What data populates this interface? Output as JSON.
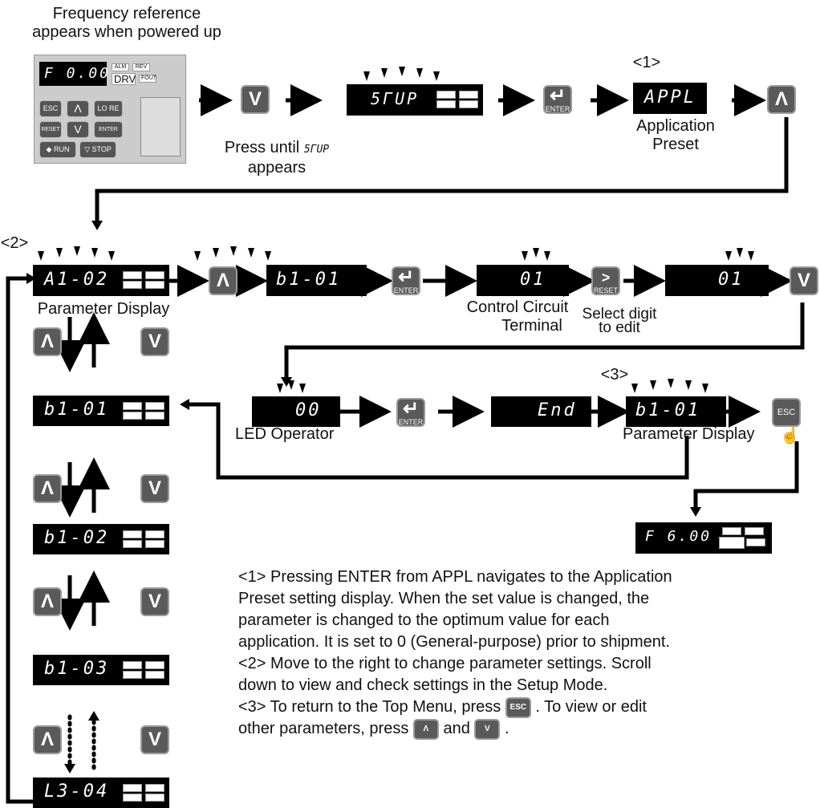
{
  "top_caption": {
    "line1": "Frequency reference",
    "line2": "appears when powered up"
  },
  "panel": {
    "display_text": "F   0.00",
    "tag_alm": "ALM",
    "tag_rev": "REV",
    "tag_drv": "DRV",
    "tag_fout": "FOUT",
    "key_esc": "ESC",
    "key_lore": "LO RE",
    "key_reset": "RESET",
    "key_enter": "ENTER",
    "key_run": "RUN",
    "key_stop": "STOP"
  },
  "row1": {
    "press_until_1": "Press until",
    "press_until_glyph": "5ΓUP",
    "press_until_2": "appears",
    "disp_stup": "5ΓUP",
    "marker_1": "<1>",
    "disp_appl": "APPL",
    "appl_label_1": "Application",
    "appl_label_2": "Preset"
  },
  "row2": {
    "marker_2": "<2>",
    "disp_a102": "A1-02",
    "param_display": "Parameter Display",
    "disp_b101": "b1-01",
    "disp_01a": "01",
    "ctrl_circuit_1": "Control Circuit",
    "ctrl_circuit_2": "Terminal",
    "select_digit_1": "Select digit",
    "select_digit_2": "to edit",
    "disp_01b": "01"
  },
  "row3": {
    "disp_00": "00",
    "led_operator": "LED Operator",
    "disp_end": "End",
    "marker_3": "<3>",
    "disp_b101": "b1-01",
    "param_display": "Parameter Display",
    "disp_final": "F   6.00"
  },
  "column": {
    "disp_b101": "b1-01",
    "disp_b102": "b1-02",
    "disp_b103": "b1-03",
    "disp_l304": "L3-04"
  },
  "buttons": {
    "enter": "ENTER",
    "reset": "RESET",
    "esc": "ESC"
  },
  "notes": {
    "n1a": "<1> Pressing ENTER from APPL navigates to the Application",
    "n1b": "Preset setting display. When the set value is changed, the",
    "n1c": "parameter is changed to the optimum value for each",
    "n1d": "application.  It is set to 0 (General-purpose) prior to shipment.",
    "n2a": "<2> Move to the right to change parameter settings. Scroll",
    "n2b": "down to view and check settings in the Setup Mode.",
    "n3a": "<3> To return to the Top Menu, press",
    "n3b": ". To view or edit",
    "n3c": "other parameters, press",
    "n3d": "and",
    "n3e": ".",
    "esc_key": "ESC"
  }
}
